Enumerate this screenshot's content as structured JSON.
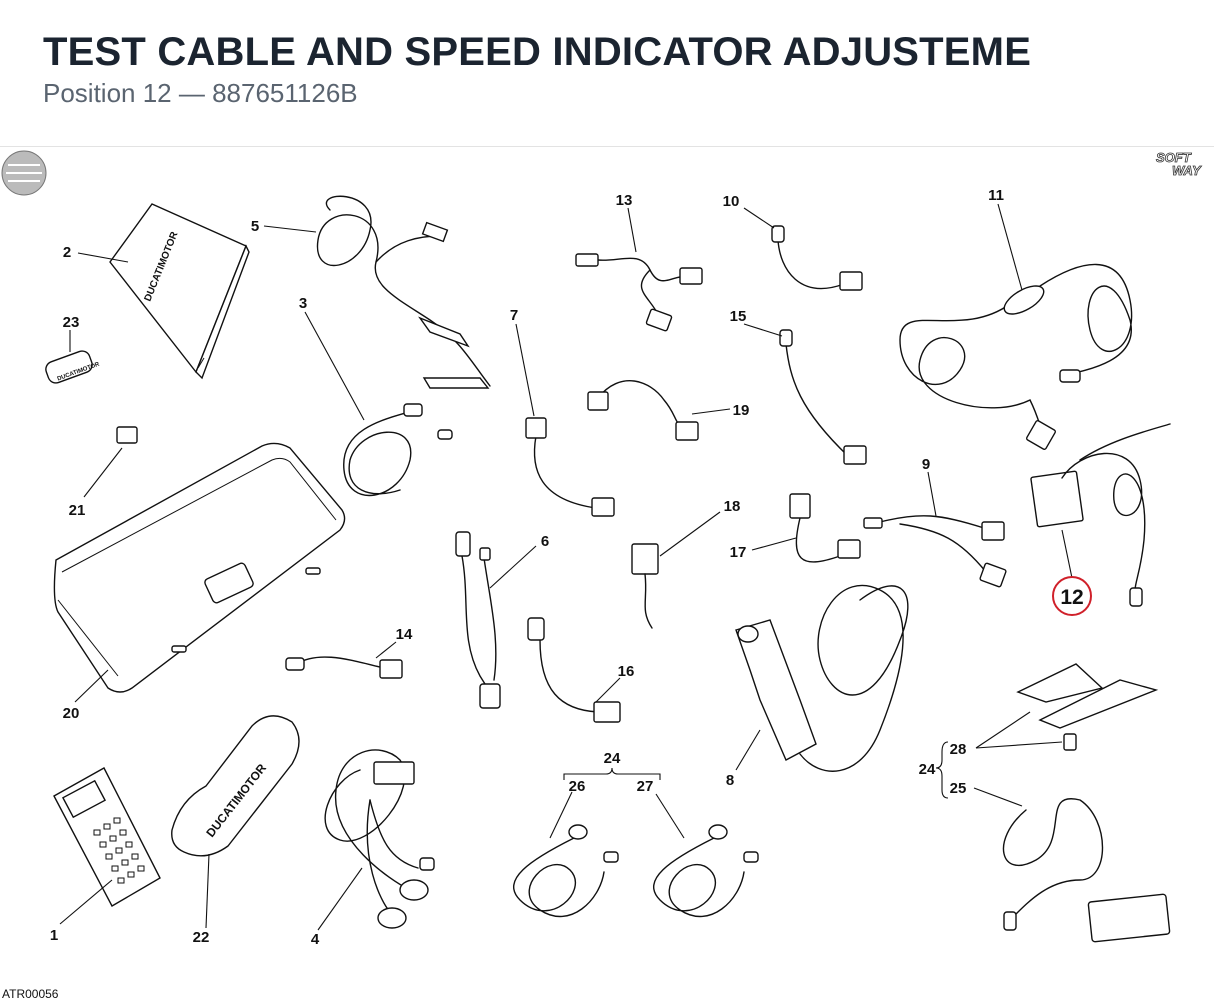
{
  "header": {
    "title": "TEST CABLE AND SPEED INDICATOR ADJUSTEME",
    "subtitle": "Position 12 — 887651126B"
  },
  "diagram": {
    "logo_text": [
      "SOFT",
      "WAY"
    ],
    "brand_text": "DUCATIMOTOR",
    "small_label_text": "DUCATIMOTOR",
    "highlighted_callout": "12",
    "highlight_color": "#d0202a",
    "callouts": {
      "c1": "1",
      "c2": "2",
      "c3": "3",
      "c4": "4",
      "c5": "5",
      "c6": "6",
      "c7": "7",
      "c8": "8",
      "c9": "9",
      "c10": "10",
      "c11": "11",
      "c13": "13",
      "c14": "14",
      "c15": "15",
      "c16": "16",
      "c17": "17",
      "c18": "18",
      "c19": "19",
      "c20": "20",
      "c21": "21",
      "c22": "22",
      "c23": "23",
      "c24a": "24",
      "c24b": "24",
      "c25": "25",
      "c26": "26",
      "c27": "27",
      "c28": "28"
    },
    "figure_id": "ATR00056"
  }
}
